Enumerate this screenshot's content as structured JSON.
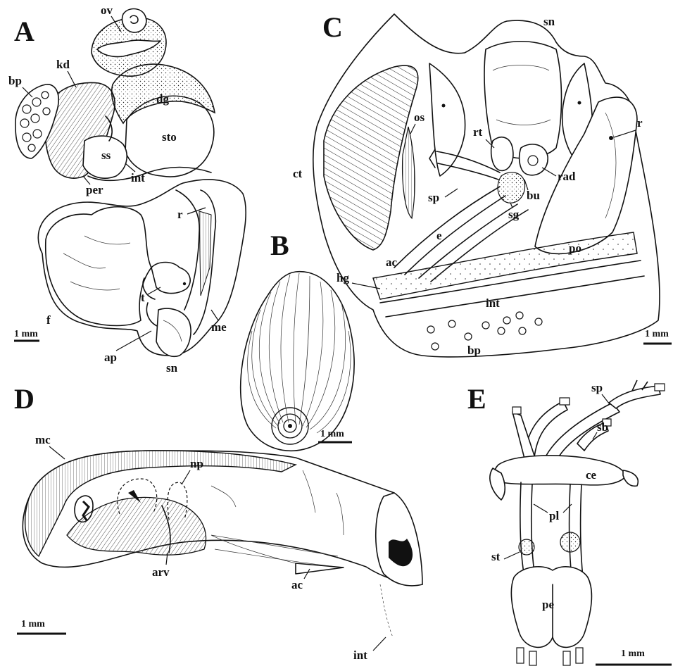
{
  "panels": {
    "A": {
      "letter": "A",
      "labels": {
        "ov": "ov",
        "kd": "kd",
        "bp": "bp",
        "dg": "dg",
        "sto": "sto",
        "ss": "ss",
        "per": "per",
        "int": "int",
        "r": "r",
        "t": "t",
        "f": "f",
        "me": "me",
        "ap": "ap",
        "sn": "sn"
      },
      "scale": "1 mm"
    },
    "B": {
      "letter": "B",
      "scale": "1 mm"
    },
    "C": {
      "letter": "C",
      "labels": {
        "sn": "sn",
        "os": "os",
        "rt": "rt",
        "r": "r",
        "ct": "ct",
        "rad": "rad",
        "sp": "sp",
        "bu": "bu",
        "sg": "sg",
        "e": "e",
        "po": "po",
        "ac": "ac",
        "hg": "hg",
        "int": "int",
        "bp": "bp"
      },
      "scale": "1 mm"
    },
    "D": {
      "letter": "D",
      "labels": {
        "mc": "mc",
        "np": "np",
        "arv": "arv",
        "ac": "ac",
        "int": "int"
      },
      "scale": "1 mm"
    },
    "E": {
      "letter": "E",
      "labels": {
        "sp": "sp",
        "sb": "sb",
        "ce": "ce",
        "pl": "pl",
        "st": "st",
        "pe": "pe"
      },
      "scale": "1 mm"
    }
  }
}
